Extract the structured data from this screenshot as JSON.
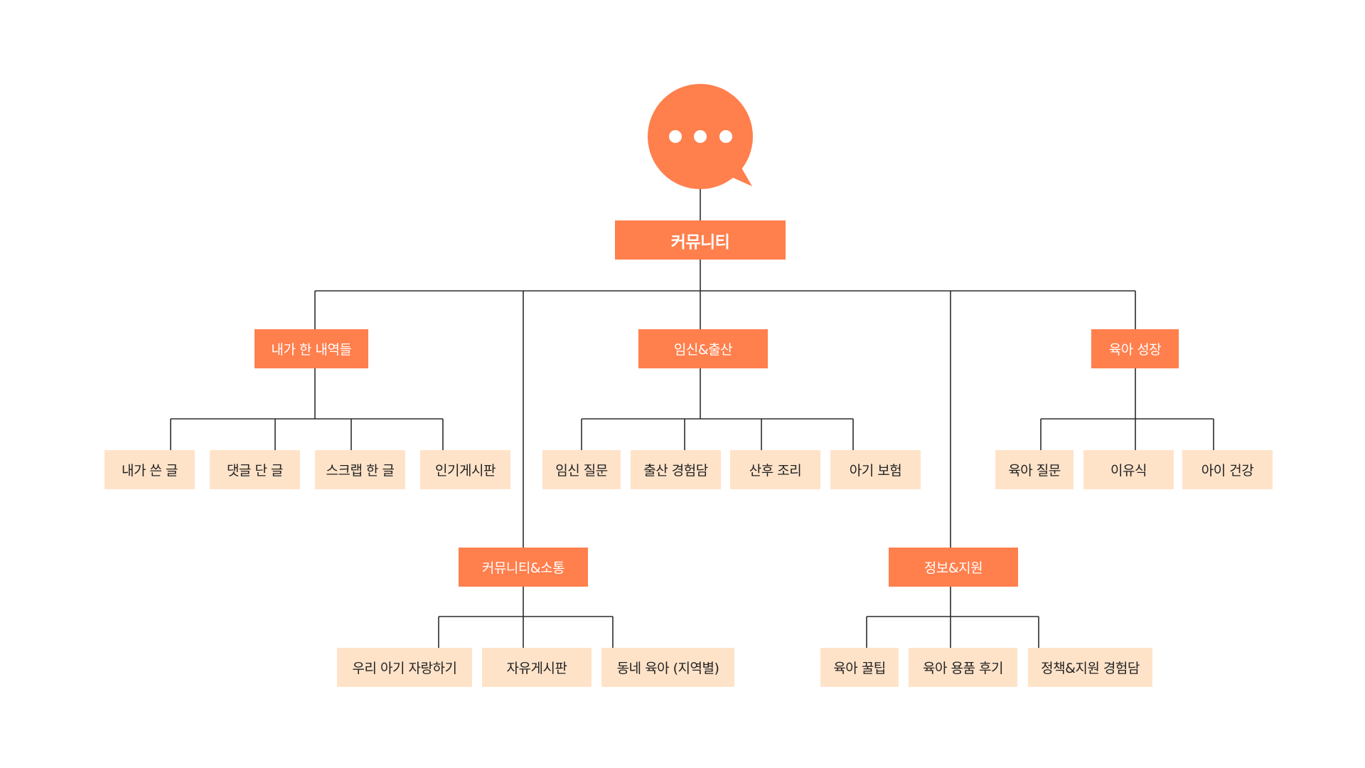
{
  "colors": {
    "accent": "#ff7f4d",
    "leaf_bg": "#ffe3c9",
    "line": "#2b2b2b",
    "icon_dot": "#ffffff"
  },
  "icon": "chat-bubble-icon",
  "root": {
    "label": "커뮤니티"
  },
  "categories": [
    {
      "label": "내가 한 내역들",
      "children": [
        "내가 쓴 글",
        "댓글 단 글",
        "스크랩 한 글",
        "인기게시판"
      ]
    },
    {
      "label": "커뮤니티&소통",
      "children": [
        "우리 아기 자랑하기",
        "자유게시판",
        "동네 육아 (지역별)"
      ]
    },
    {
      "label": "임신&출산",
      "children": [
        "임신 질문",
        "출산 경험담",
        "산후 조리",
        "아기 보험"
      ]
    },
    {
      "label": "정보&지원",
      "children": [
        "육아 꿀팁",
        "육아 용품 후기",
        "정책&지원 경험담"
      ]
    },
    {
      "label": "육아 성장",
      "children": [
        "육아 질문",
        "이유식",
        "아이 건강"
      ]
    }
  ]
}
